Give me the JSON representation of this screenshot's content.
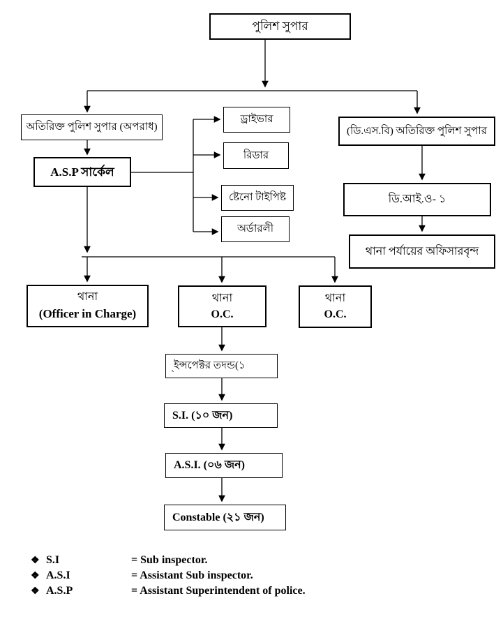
{
  "page": {
    "background": "#ffffff",
    "line_color": "#000000"
  },
  "boxes": {
    "police_super": {
      "label": "পুলিশ সুপার"
    },
    "addl_sp_crime": {
      "label": "অতিরিক্ত পুলিশ সুপার (অপরাধ)"
    },
    "asp_circle": {
      "label": "A.S.P সার্কেল"
    },
    "driver": {
      "label": "ড্রাইভার"
    },
    "reader": {
      "label": "রিডার"
    },
    "steno_typist": {
      "label": "ষ্টেনো টাইপিষ্ট"
    },
    "orderly": {
      "label": "অর্ডারলী"
    },
    "dsb_addl_sp": {
      "label": "(ডি.এস.বি) অতিরিক্ত পুলিশ সুপার"
    },
    "dio_1": {
      "label": "ডি.আই.ও- ১"
    },
    "thana_level_officers": {
      "label": "থানা পর্যায়ের অফিসারবৃন্দ"
    },
    "thana_oc_left": {
      "line1": "থানা",
      "line2": "(Officer in Charge)"
    },
    "thana_oc_mid": {
      "line1": "থানা",
      "line2": "O.C."
    },
    "thana_oc_right": {
      "line1": "থানা",
      "line2": "O.C."
    },
    "inspector": {
      "label": "ইন্সপেক্টর তদন্ড(১",
      "stray_mark": "`"
    },
    "si": {
      "label": "S.I. (১০ জন)"
    },
    "asi": {
      "label": "A.S.I. (০৬ জন)"
    },
    "constable": {
      "label": "Constable (২১ জন)"
    }
  },
  "legend": {
    "bullet": "❖",
    "items": [
      {
        "abbr": "S.I",
        "meaning": "= Sub inspector."
      },
      {
        "abbr": "A.S.I",
        "meaning": "= Assistant Sub inspector."
      },
      {
        "abbr": "A.S.P",
        "meaning": "= Assistant Superintendent of police."
      }
    ]
  }
}
